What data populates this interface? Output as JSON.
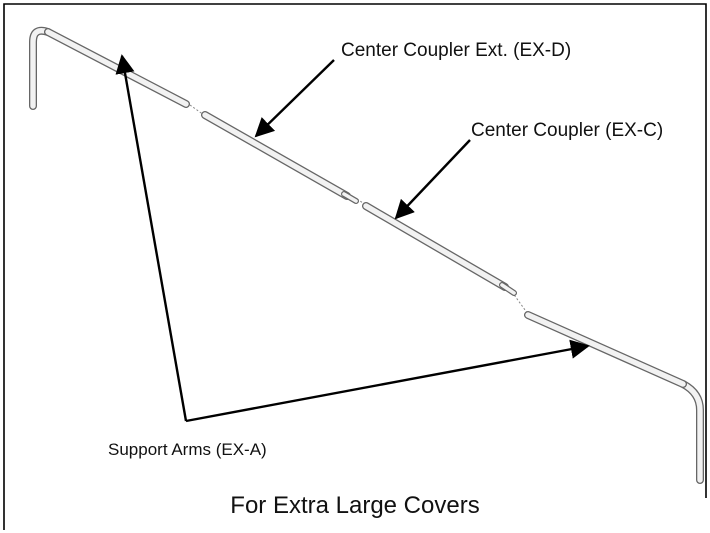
{
  "labels": {
    "center_coupler_ext": "Center Coupler Ext. (EX-D)",
    "center_coupler": "Center Coupler (EX-C)",
    "support_arms": "Support Arms (EX-A)"
  },
  "caption": "For Extra Large Covers",
  "colors": {
    "frame": "#000000",
    "rod_outline": "#666666",
    "rod_fill": "#f2f2f2",
    "arrow": "#000000",
    "text": "#111111"
  }
}
